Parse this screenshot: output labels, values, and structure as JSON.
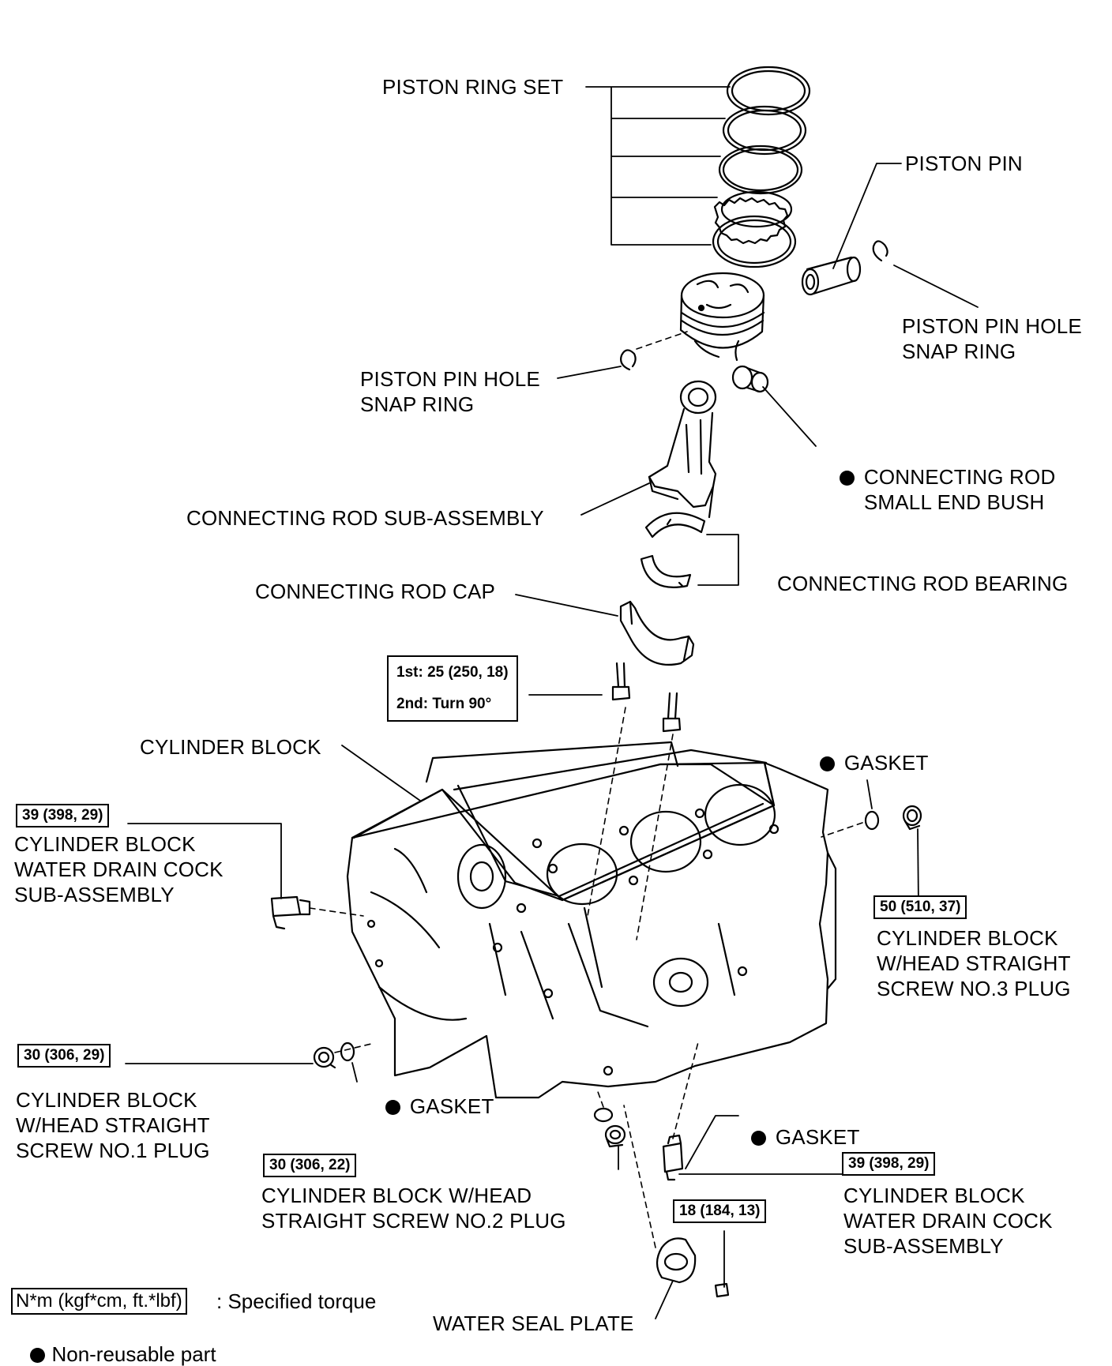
{
  "labels": {
    "piston_ring_set": "PISTON RING SET",
    "piston_pin": "PISTON PIN",
    "piston_pin_hole_snap_ring_right": "PISTON PIN HOLE\nSNAP RING",
    "piston_pin_hole_snap_ring_left": "PISTON PIN HOLE\nSNAP RING",
    "connecting_rod_small_end_bush": "CONNECTING ROD\nSMALL END BUSH",
    "connecting_rod_sub_assembly": "CONNECTING ROD SUB-ASSEMBLY",
    "connecting_rod_bearing": "CONNECTING ROD BEARING",
    "connecting_rod_cap": "CONNECTING ROD CAP",
    "cylinder_block": "CYLINDER BLOCK",
    "gasket_top": "GASKET",
    "gasket_left": "GASKET",
    "gasket_bottom": "GASKET",
    "drain_cock_left": "CYLINDER BLOCK\nWATER DRAIN COCK\nSUB-ASSEMBLY",
    "plug_no3": "CYLINDER BLOCK\nW/HEAD STRAIGHT\nSCREW NO.3 PLUG",
    "plug_no1": "CYLINDER BLOCK\nW/HEAD STRAIGHT\nSCREW NO.1 PLUG",
    "plug_no2": "CYLINDER BLOCK W/HEAD\nSTRAIGHT SCREW NO.2 PLUG",
    "drain_cock_right": "CYLINDER BLOCK\nWATER DRAIN COCK\nSUB-ASSEMBLY",
    "water_seal_plate": "WATER SEAL PLATE"
  },
  "torques": {
    "rod_cap": "1st: 25 (250, 18)\n2nd: Turn 90°",
    "drain_cock_left": "39 (398, 29)",
    "plug_no3": "50 (510, 37)",
    "plug_no1": "30 (306, 29)",
    "plug_no2": "30 (306, 22)",
    "drain_cock_right": "39 (398, 29)",
    "water_seal_plate": "18 (184, 13)"
  },
  "legend": {
    "torque_unit": "N*m (kgf*cm, ft.*lbf)",
    "torque_desc": ": Specified torque",
    "non_reusable": "Non-reusable part"
  }
}
